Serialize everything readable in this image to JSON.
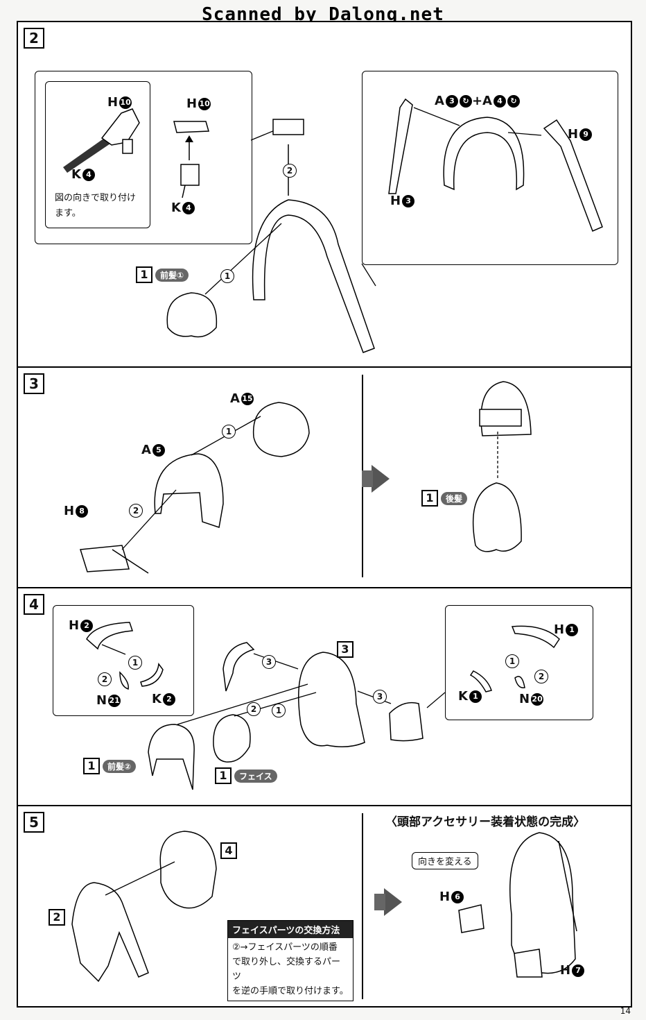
{
  "watermark": "Scanned by Dalong.net",
  "page_number": "14",
  "step2": {
    "number": "2",
    "inset_labels": {
      "h10_a": "H",
      "k4_a": "K",
      "h10_b": "H",
      "k4_b": "K"
    },
    "inset_note_line1": "図の向きで取り付け",
    "inset_note_line2": "ます。",
    "right_labels": {
      "a3": "A",
      "plus": "+",
      "a4": "A",
      "h9": "H",
      "h3": "H"
    },
    "tag": {
      "num": "1",
      "pill": "前髪①"
    },
    "order": [
      "1",
      "2"
    ],
    "nums": {
      "n10": "10",
      "n4": "4",
      "n3": "3",
      "n9": "9"
    }
  },
  "step3": {
    "number": "3",
    "labels": {
      "a15": "A",
      "a5": "A",
      "h8": "H"
    },
    "nums": {
      "n15": "15",
      "n5": "5",
      "n8": "8"
    },
    "order": [
      "1",
      "2"
    ],
    "tag": {
      "num": "1",
      "pill": "後髪"
    }
  },
  "step4": {
    "number": "4",
    "labels": {
      "h2": "H",
      "n21": "N",
      "k2": "K",
      "h1": "H",
      "k1": "K",
      "n20": "N"
    },
    "nums": {
      "n2": "2",
      "n21": "21",
      "n1": "1",
      "n20": "20"
    },
    "order": [
      "1",
      "2",
      "3"
    ],
    "ref": "3",
    "tag_front": {
      "num": "1",
      "pill": "前髪②"
    },
    "tag_face": {
      "num": "1",
      "pill": "フェイス"
    }
  },
  "step5": {
    "number": "5",
    "ref_4": "4",
    "ref_2": "2",
    "info_title": "フェイスパーツの交換方法",
    "info_line1": "②→フェイスパーツの順番",
    "info_line2": "で取り外し、交換するパーツ",
    "info_line3": "を逆の手順で取り付けます。",
    "complete_title": "〈頭部アクセサリー装着状態の完成〉",
    "callout": "向きを変える",
    "labels": {
      "h6": "H",
      "h7": "H"
    },
    "nums": {
      "n6": "6",
      "n7": "7"
    }
  }
}
